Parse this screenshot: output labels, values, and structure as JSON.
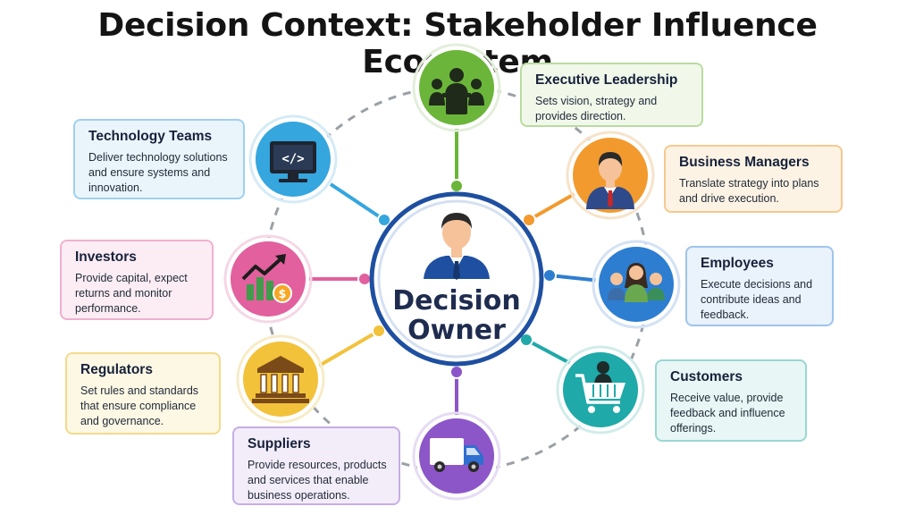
{
  "title": "Decision Context: Stakeholder Influence Ecosystem",
  "center": {
    "line1": "Decision",
    "line2": "Owner"
  },
  "stakeholders": [
    {
      "title": "Executive Leadership",
      "description": "Sets vision, strategy and provides direction.",
      "color": "#6bb63a",
      "bg": "#eff7e6",
      "icon": "leadership-podium-icon"
    },
    {
      "title": "Business Managers",
      "description": "Translate strategy into plans and drive execution.",
      "color": "#f29a2e",
      "bg": "#fdf1e0",
      "icon": "manager-icon"
    },
    {
      "title": "Employees",
      "description": "Execute decisions and contribute ideas and feedback.",
      "color": "#2d7ed1",
      "bg": "#e6f0fa",
      "icon": "employees-group-icon"
    },
    {
      "title": "Customers",
      "description": "Receive value, provide feedback and influence offerings.",
      "color": "#1fa9a8",
      "bg": "#e4f5f4",
      "icon": "shopping-cart-icon"
    },
    {
      "title": "Suppliers",
      "description": "Provide resources, products and services that enable business operations.",
      "color": "#8c56c9",
      "bg": "#f1eafa",
      "icon": "delivery-truck-icon"
    },
    {
      "title": "Regulators",
      "description": "Set rules and standards that ensure compliance and governance.",
      "color": "#f2c23b",
      "bg": "#fdf7e0",
      "icon": "government-building-icon"
    },
    {
      "title": "Investors",
      "description": "Provide capital, expect returns and monitor performance.",
      "color": "#e2609e",
      "bg": "#fcebf3",
      "icon": "growth-chart-icon"
    },
    {
      "title": "Technology Teams",
      "description": "Deliver technology solutions and ensure systems and innovation.",
      "color": "#35a6de",
      "bg": "#e7f4fb",
      "icon": "computer-code-icon"
    }
  ]
}
